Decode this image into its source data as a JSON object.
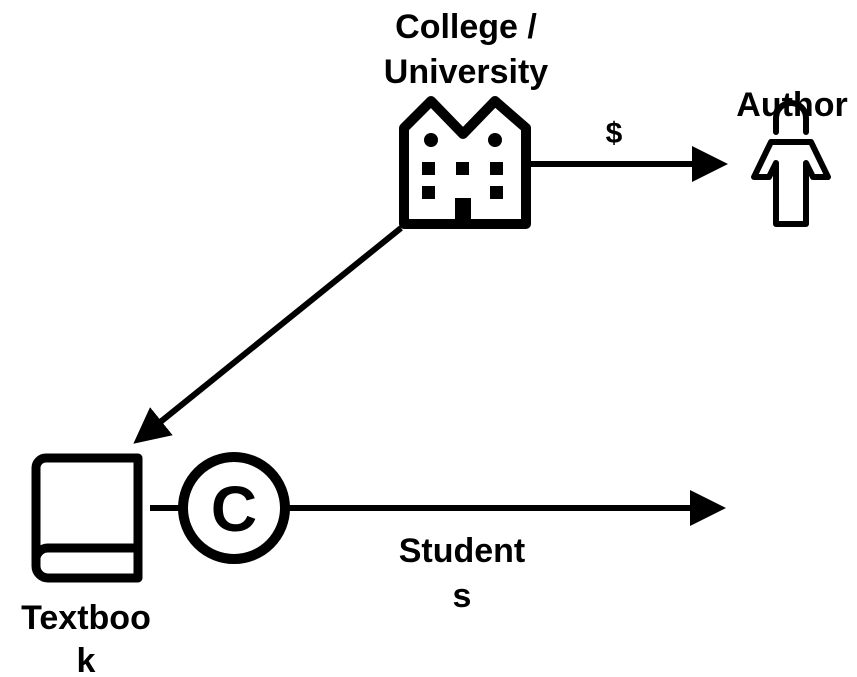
{
  "colors": {
    "foreground": "#000000",
    "background": "#ffffff"
  },
  "nodes": {
    "college": {
      "label_line1": "College /",
      "label_line2": "University",
      "icon": "school-building-icon"
    },
    "author": {
      "label": "Author",
      "icon": "person-icon"
    },
    "textbook": {
      "label_line1": "Textboo",
      "label_line2": "k",
      "icon": "book-icon"
    },
    "students": {
      "label_line1": "Student",
      "label_line2": "s"
    }
  },
  "edges": {
    "college_to_author": {
      "label": "$"
    },
    "college_to_textbook": {
      "label": ""
    },
    "textbook_to_students": {
      "label": "",
      "icon": "copyright-icon",
      "copyright_symbol": "C"
    }
  }
}
